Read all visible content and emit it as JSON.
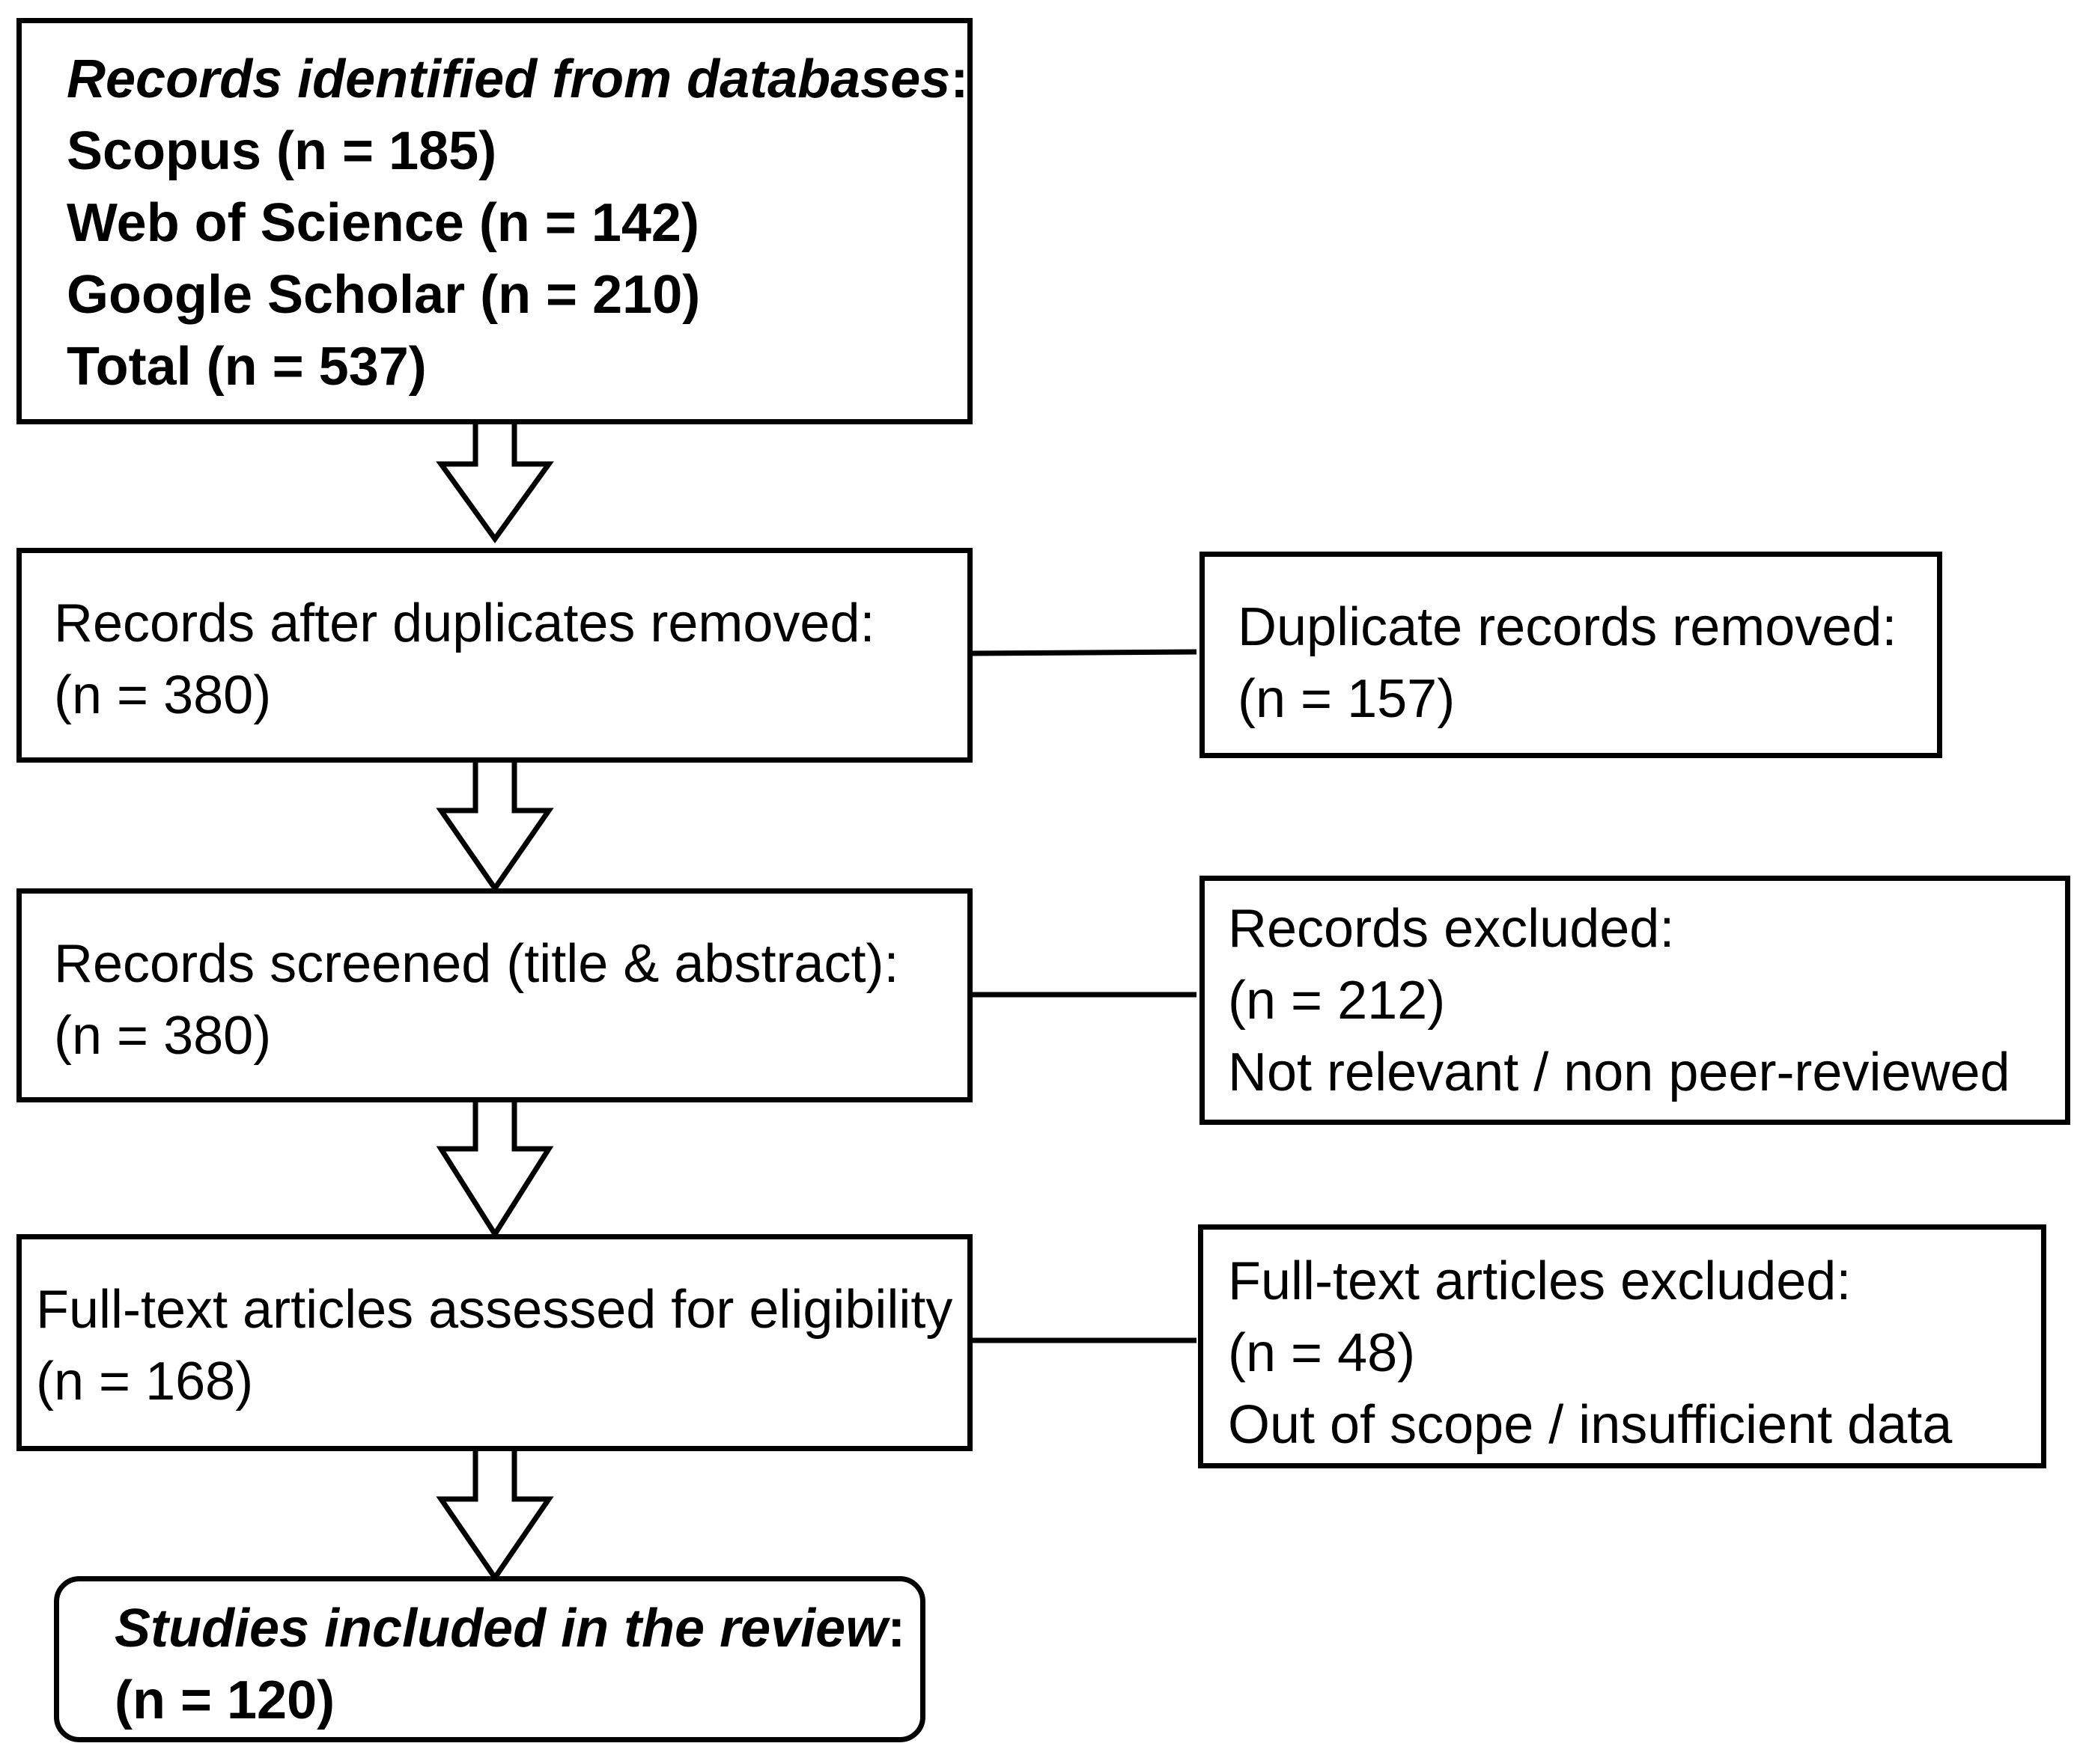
{
  "diagram": {
    "identification": {
      "heading": "Records identified from databases",
      "heading_suffix": ":",
      "lines": [
        "Scopus (n = 185)",
        "Web of Science (n = 142)",
        "Google Scholar (n = 210)",
        "Total (n = 537)"
      ]
    },
    "deduplicated": {
      "label": "Records after duplicates removed:",
      "count": "(n = 380)"
    },
    "duplicates_removed": {
      "label": "Duplicate records removed:",
      "count": "(n = 157)"
    },
    "screened": {
      "label": "Records screened (title & abstract):",
      "count": "(n = 380)"
    },
    "excluded_screening": {
      "label": "Records excluded:",
      "count": "(n = 212)",
      "reason": "Not relevant / non peer-reviewed"
    },
    "eligibility": {
      "label": "Full-text articles assessed for eligibility",
      "count": "(n = 168)"
    },
    "excluded_fulltext": {
      "label": "Full-text articles excluded:",
      "count": "(n = 48)",
      "reason": "Out of scope / insufficient data"
    },
    "included": {
      "heading": "Studies included in the review",
      "heading_suffix": ":",
      "count": "(n = 120)"
    }
  }
}
